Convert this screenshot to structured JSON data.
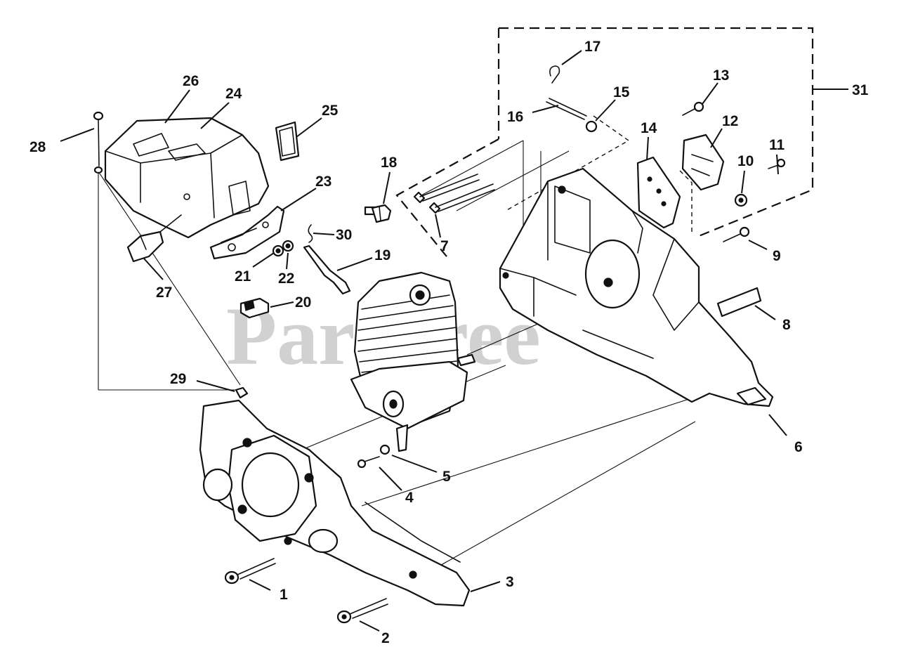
{
  "watermark": "PartTree",
  "callouts": {
    "c1": "1",
    "c2": "2",
    "c3": "3",
    "c4": "4",
    "c5": "5",
    "c6": "6",
    "c7": "7",
    "c8": "8",
    "c9": "9",
    "c10": "10",
    "c11": "11",
    "c12": "12",
    "c13": "13",
    "c14": "14",
    "c15": "15",
    "c16": "16",
    "c17": "17",
    "c18": "18",
    "c19": "19",
    "c20": "20",
    "c21": "21",
    "c22": "22",
    "c23": "23",
    "c24": "24",
    "c25": "25",
    "c26": "26",
    "c27": "27",
    "c28": "28",
    "c29": "29",
    "c30": "30",
    "c31": "31"
  }
}
